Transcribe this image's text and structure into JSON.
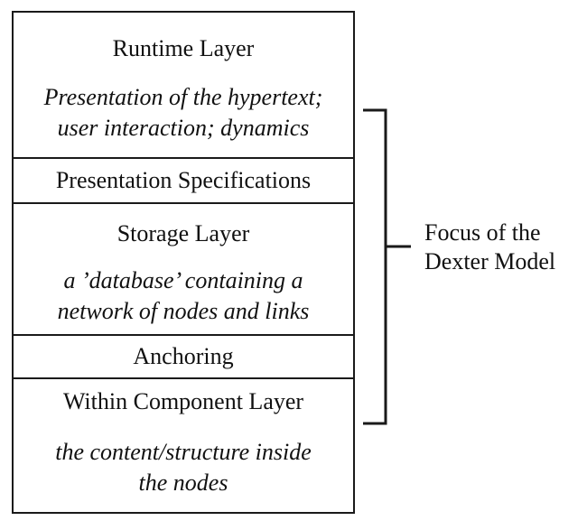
{
  "diagram": {
    "runtime_layer": {
      "title": "Runtime Layer",
      "desc_line1": "Presentation of the hypertext;",
      "desc_line2": "user interaction; dynamics"
    },
    "presentation_specifications": {
      "title": "Presentation Specifications"
    },
    "storage_layer": {
      "title": "Storage Layer",
      "desc_line1": "a ’database’ containing a",
      "desc_line2": "network of nodes and links"
    },
    "anchoring": {
      "title": "Anchoring"
    },
    "within_component_layer": {
      "title": "Within Component Layer",
      "desc_line1": "the content/structure inside",
      "desc_line2": "the nodes"
    }
  },
  "focus_label": {
    "line1": "Focus of the",
    "line2": "Dexter Model"
  }
}
